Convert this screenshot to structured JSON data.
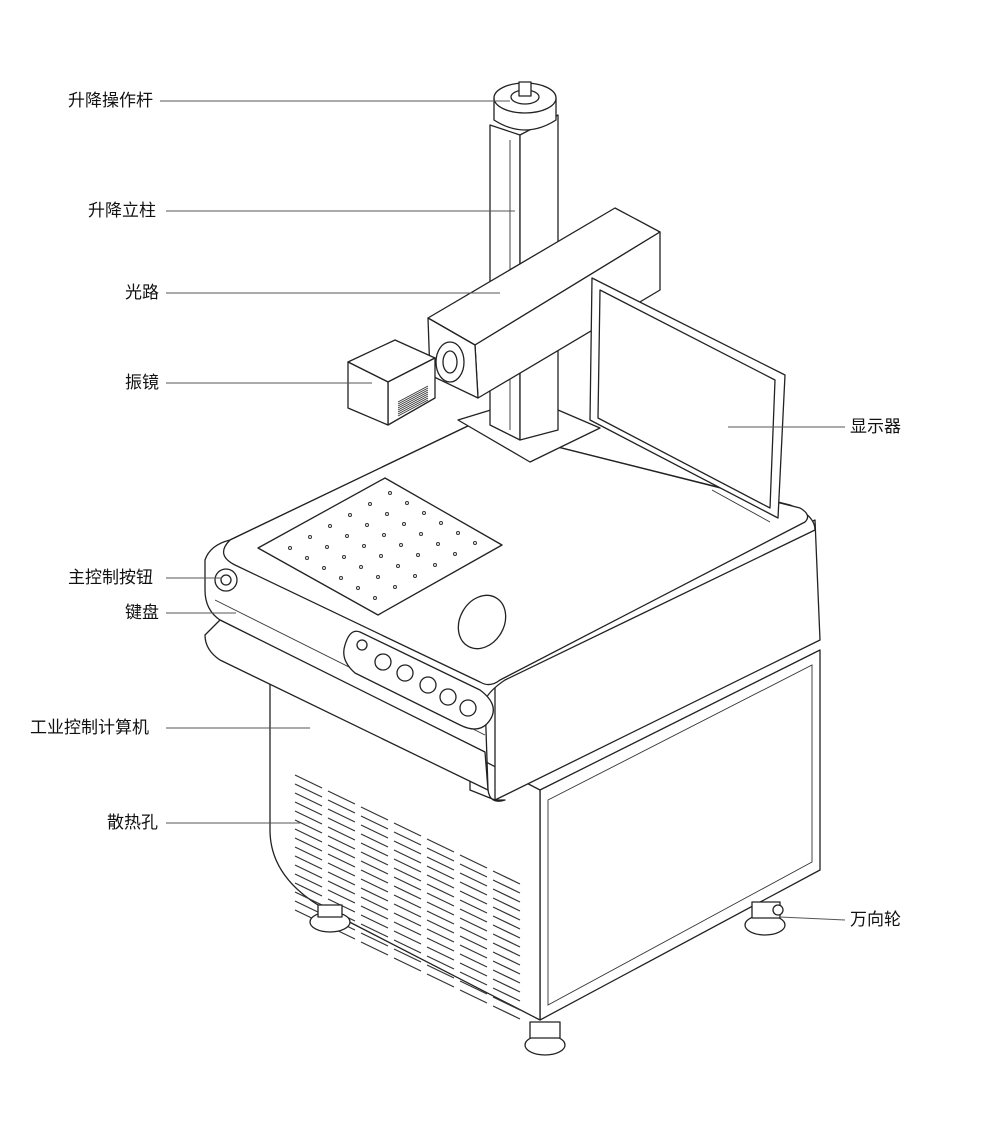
{
  "labels": {
    "lift_handle": "升降操作杆",
    "lift_column": "升降立柱",
    "optical_path": "光路",
    "galvo": "振镜",
    "monitor": "显示器",
    "main_button": "主控制按钮",
    "keyboard": "键盘",
    "ipc": "工业控制计算机",
    "vents": "散热孔",
    "casters": "万向轮"
  }
}
